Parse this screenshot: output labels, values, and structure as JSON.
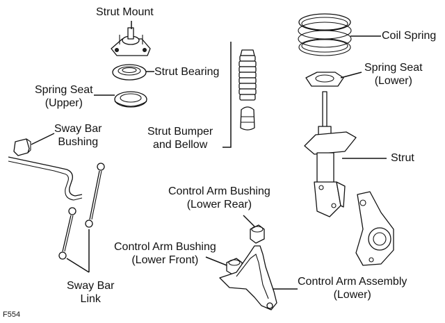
{
  "labels": {
    "strut_mount": "Strut Mount",
    "strut_bearing": "Strut Bearing",
    "spring_seat_upper_1": "Spring Seat",
    "spring_seat_upper_2": "(Upper)",
    "coil_spring": "Coil Spring",
    "spring_seat_lower_1": "Spring Seat",
    "spring_seat_lower_2": "(Lower)",
    "sway_bar_bushing_1": "Sway Bar",
    "sway_bar_bushing_2": "Bushing",
    "strut_bumper_1": "Strut Bumper",
    "strut_bumper_2": "and Bellow",
    "strut": "Strut",
    "control_arm_bushing_rear_1": "Control Arm Bushing",
    "control_arm_bushing_rear_2": "(Lower Rear)",
    "control_arm_bushing_front_1": "Control Arm Bushing",
    "control_arm_bushing_front_2": "(Lower Front)",
    "control_arm_assembly_1": "Control Arm Assembly",
    "control_arm_assembly_2": "(Lower)",
    "sway_bar_link_1": "Sway Bar",
    "sway_bar_link_2": "Link"
  },
  "figure_code": "F554"
}
